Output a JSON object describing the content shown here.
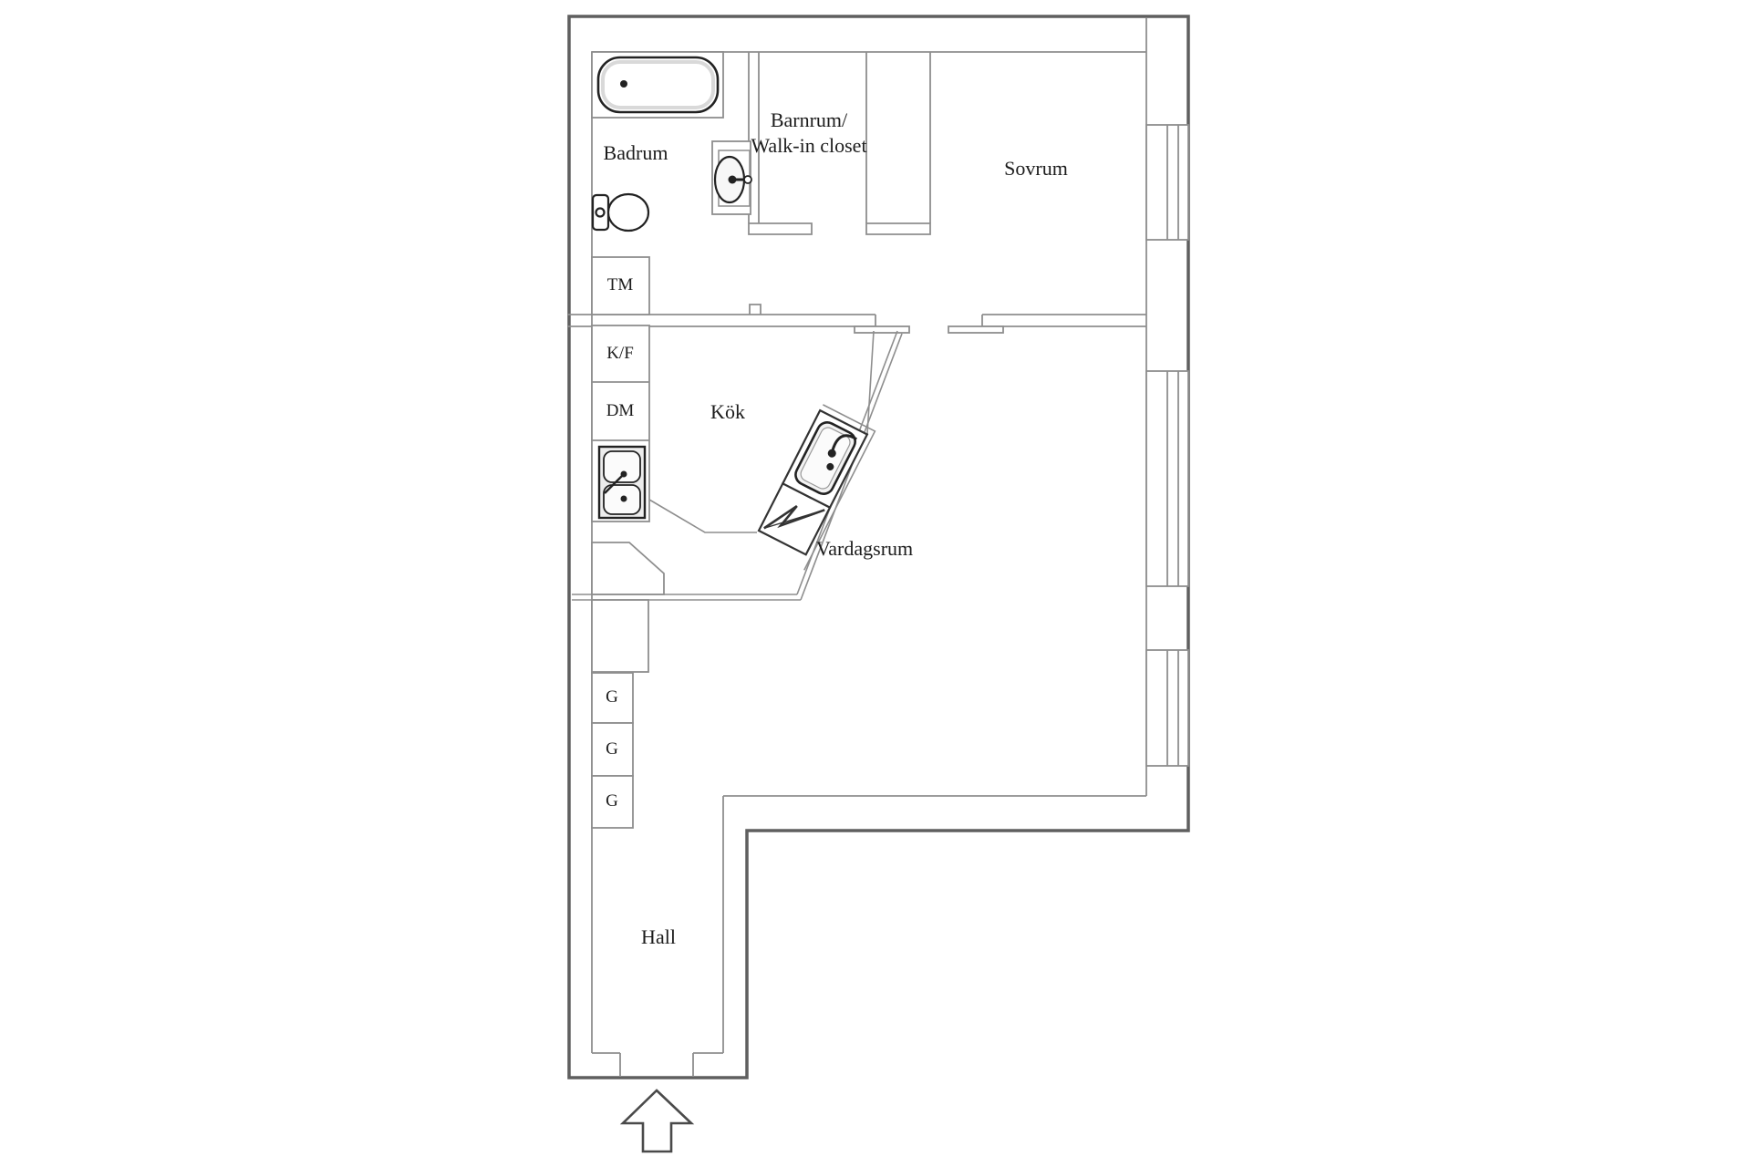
{
  "floorplan": {
    "rooms": {
      "badrum": "Badrum",
      "barnrum_line1": "Barnrum/",
      "barnrum_line2": "Walk-in closet",
      "sovrum": "Sovrum",
      "kok": "Kök",
      "vardagsrum": "Vardagsrum",
      "hall": "Hall"
    },
    "appliances": {
      "tm": "TM",
      "kf": "K/F",
      "dm": "DM",
      "g1": "G",
      "g2": "G",
      "g3": "G"
    },
    "colors": {
      "wall": "#5f5f5f",
      "thin_line": "#8e8e8e",
      "fixture": "#222222",
      "text": "#1c1c1c",
      "background": "#ffffff"
    }
  }
}
